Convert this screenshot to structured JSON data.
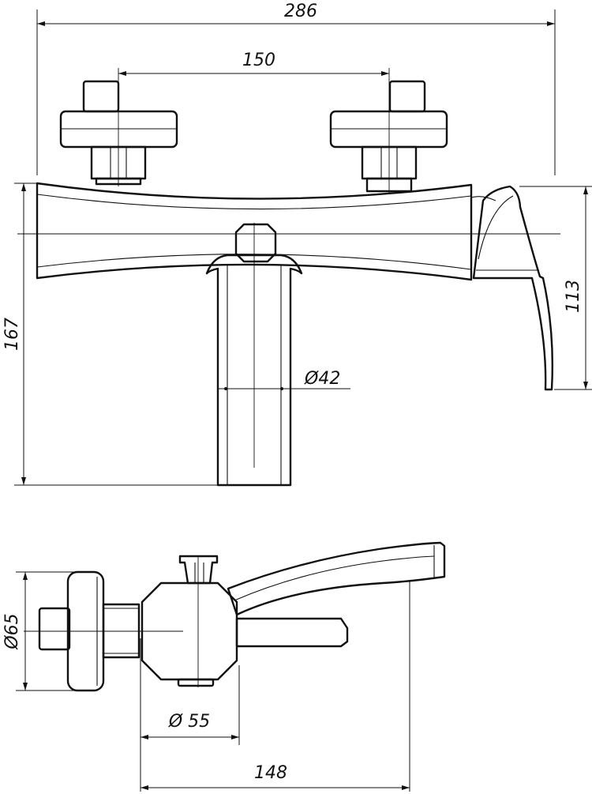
{
  "drawing": {
    "dimensions": {
      "overall_width": "286",
      "handle_spacing": "150",
      "overall_height": "167",
      "spout_height": "113",
      "pipe_diameter": "Ø42",
      "flange_diameter": "Ø65",
      "body_diameter": "Ø 55",
      "depth": "148"
    }
  }
}
